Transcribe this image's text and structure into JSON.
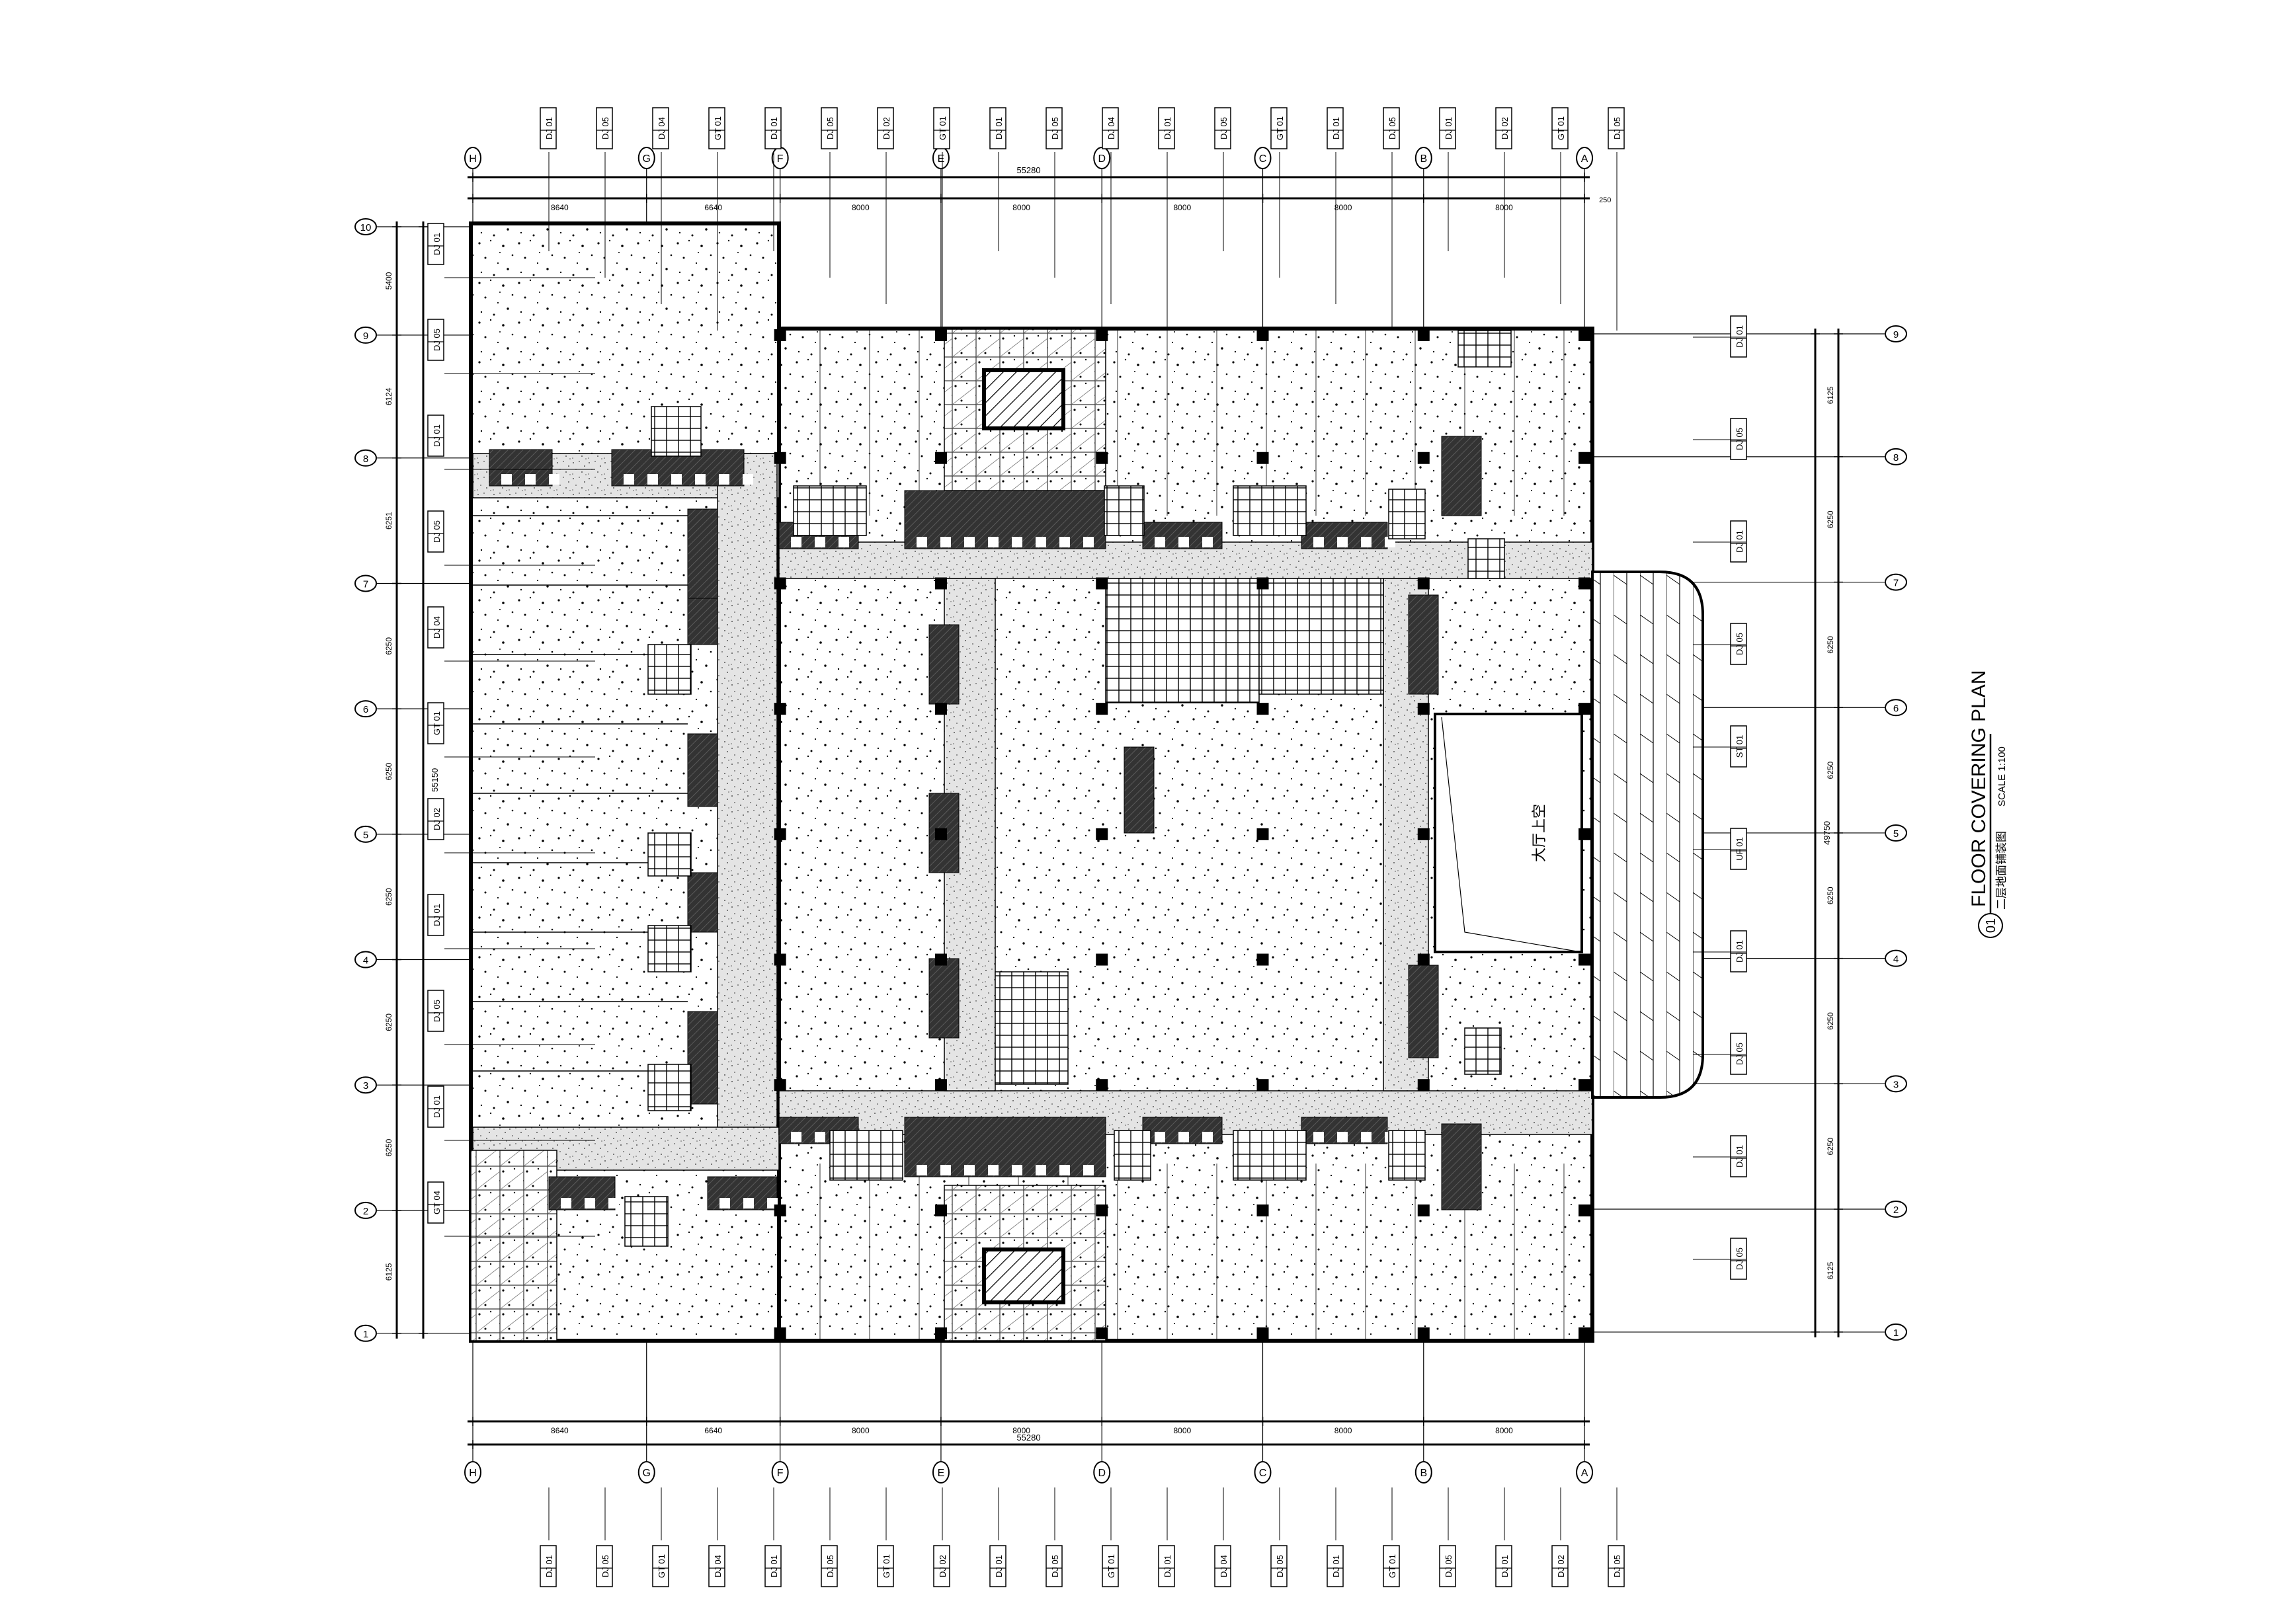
{
  "title": {
    "number": "01",
    "name": "FLOOR COVERING PLAN",
    "subtitle": "二层地面铺装图",
    "scale": "SCALE 1:100"
  },
  "grid": {
    "columns": [
      "H",
      "G",
      "F",
      "E",
      "D",
      "C",
      "B",
      "A"
    ],
    "column_spacings": [
      8640,
      6640,
      8000,
      8000,
      8000,
      8000,
      8000
    ],
    "column_total": "55280",
    "column_edge": "250",
    "rows_left": [
      "10",
      "9",
      "8",
      "7",
      "6",
      "5",
      "4",
      "3",
      "2",
      "1"
    ],
    "row_spacings_left": [
      5400,
      6124,
      6251,
      6250,
      6250,
      6250,
      6250,
      6250,
      6125
    ],
    "row_total_left": "55150",
    "rows_right": [
      "9",
      "8",
      "7",
      "6",
      "5",
      "4",
      "3",
      "2",
      "1"
    ],
    "row_spacings_right": [
      6125,
      6250,
      6250,
      6250,
      6250,
      6250,
      6250,
      6125
    ],
    "row_total_right": "49750"
  },
  "rooms": {
    "atrium_void": "大厅上空"
  },
  "tags_left": [
    "DJ 01",
    "DJ 05",
    "DJ 01",
    "DJ 05",
    "DJ 04",
    "GT 01",
    "DJ 02",
    "DJ 01",
    "DJ 05",
    "DJ 01",
    "GT 04"
  ],
  "tags_right": [
    "DJ 01",
    "DJ 05",
    "DJ 01",
    "DJ 05",
    "ST 01",
    "UF 01",
    "DJ 01",
    "DJ 05",
    "DJ 01",
    "DJ 05"
  ],
  "tags_top": [
    "DJ 01",
    "DJ 05",
    "DJ 04",
    "GT 01",
    "DJ 01",
    "DJ 05",
    "DJ 02",
    "GT 01",
    "DJ 01",
    "DJ 05",
    "DJ 04",
    "DJ 01",
    "DJ 05",
    "GT 01",
    "DJ 01",
    "DJ 05",
    "DJ 01",
    "DJ 02",
    "GT 01",
    "DJ 05"
  ],
  "tags_bottom": [
    "DJ 01",
    "DJ 05",
    "GT 01",
    "DJ 04",
    "DJ 01",
    "DJ 05",
    "GT 01",
    "DJ 02",
    "DJ 01",
    "DJ 05",
    "GT 01",
    "DJ 01",
    "DJ 04",
    "DJ 05",
    "DJ 01",
    "GT 01",
    "DJ 05",
    "DJ 01",
    "DJ 02",
    "DJ 05"
  ]
}
